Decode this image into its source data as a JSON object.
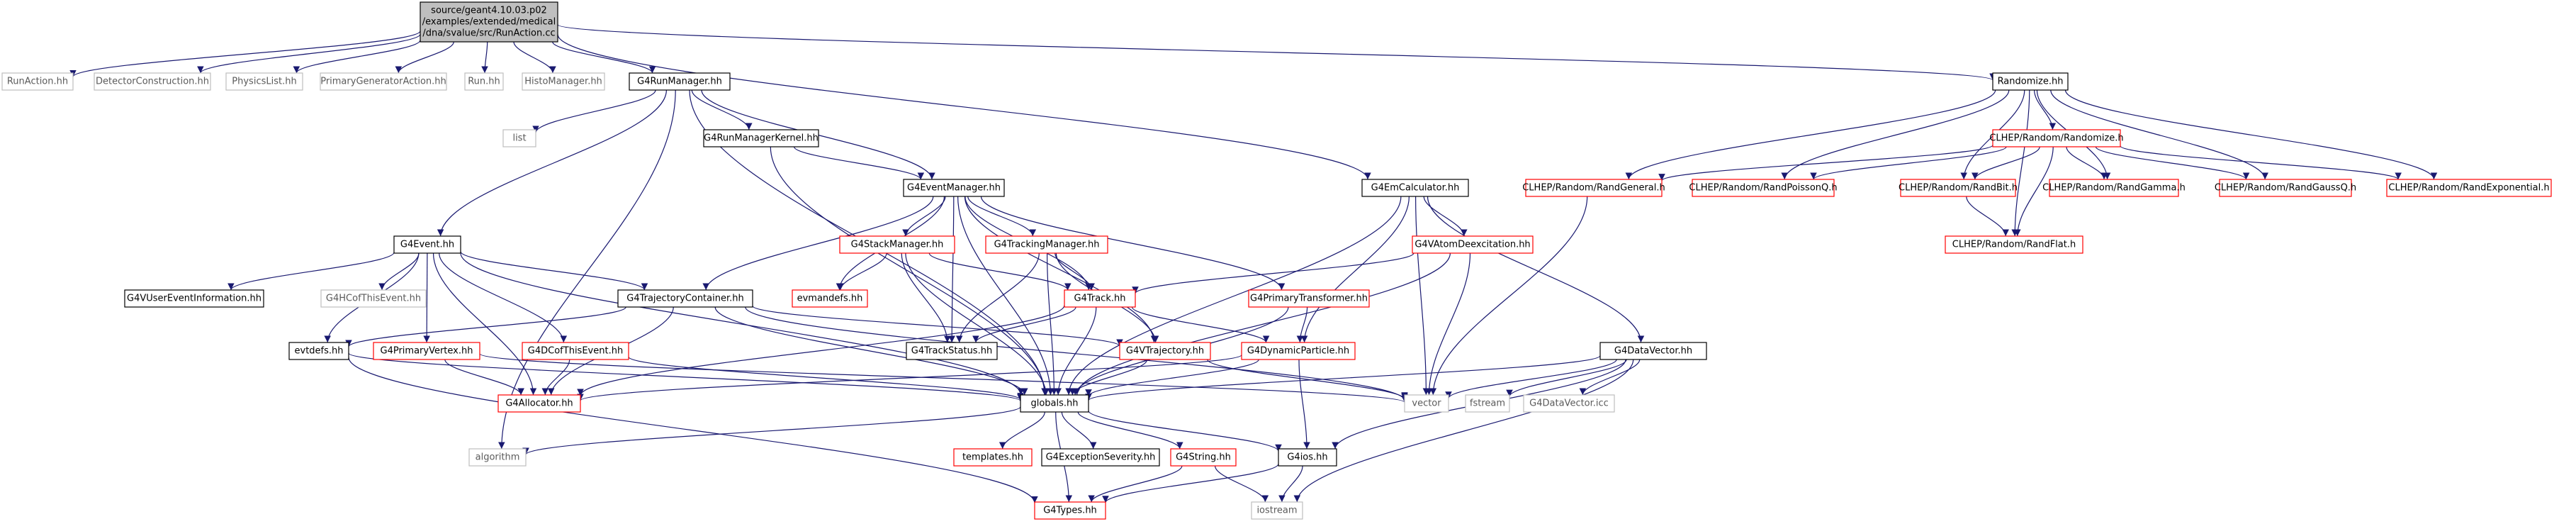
{
  "colors": {
    "root_fill": "#bfbfbf",
    "normal_border": "#000000",
    "normal_text": "#000000",
    "missing_border": "#bfbfbf",
    "missing_text": "#5a5a5a",
    "partial_border": "#ff0000",
    "edge_include": "#191970",
    "edge_background": "#000000",
    "canvas": "#ffffff"
  },
  "nodes": [
    {
      "id": "root",
      "kind": "root",
      "lines": [
        "source/geant4.10.03.p02",
        "/examples/extended/medical",
        "/dna/svalue/src/RunAction.cc"
      ]
    },
    {
      "id": "runaction",
      "kind": "missing",
      "lines": [
        "RunAction.hh"
      ]
    },
    {
      "id": "detector",
      "kind": "missing",
      "lines": [
        "DetectorConstruction.hh"
      ]
    },
    {
      "id": "physics",
      "kind": "missing",
      "lines": [
        "PhysicsList.hh"
      ]
    },
    {
      "id": "primgen",
      "kind": "missing",
      "lines": [
        "PrimaryGeneratorAction.hh"
      ]
    },
    {
      "id": "run",
      "kind": "missing",
      "lines": [
        "Run.hh"
      ]
    },
    {
      "id": "histo",
      "kind": "missing",
      "lines": [
        "HistoManager.hh"
      ]
    },
    {
      "id": "runmgr",
      "kind": "normal",
      "lines": [
        "G4RunManager.hh"
      ]
    },
    {
      "id": "randomize",
      "kind": "normal",
      "lines": [
        "Randomize.hh"
      ]
    },
    {
      "id": "list",
      "kind": "missing",
      "lines": [
        "list"
      ]
    },
    {
      "id": "rmkernel",
      "kind": "normal",
      "lines": [
        "G4RunManagerKernel.hh"
      ]
    },
    {
      "id": "emcalc",
      "kind": "normal",
      "lines": [
        "G4EmCalculator.hh"
      ]
    },
    {
      "id": "clhep_rand",
      "kind": "partial",
      "lines": [
        "CLHEP/Random/Randomize.h"
      ]
    },
    {
      "id": "evtmgr",
      "kind": "normal",
      "lines": [
        "G4EventManager.hh"
      ]
    },
    {
      "id": "randgeneral",
      "kind": "partial",
      "lines": [
        "CLHEP/Random/RandGeneral.h"
      ]
    },
    {
      "id": "randpoisson",
      "kind": "partial",
      "lines": [
        "CLHEP/Random/RandPoissonQ.h"
      ]
    },
    {
      "id": "randbit",
      "kind": "partial",
      "lines": [
        "CLHEP/Random/RandBit.h"
      ]
    },
    {
      "id": "randgamma",
      "kind": "partial",
      "lines": [
        "CLHEP/Random/RandGamma.h"
      ]
    },
    {
      "id": "randgaussq",
      "kind": "partial",
      "lines": [
        "CLHEP/Random/RandGaussQ.h"
      ]
    },
    {
      "id": "randexp",
      "kind": "partial",
      "lines": [
        "CLHEP/Random/RandExponential.h"
      ]
    },
    {
      "id": "g4event",
      "kind": "normal",
      "lines": [
        "G4Event.hh"
      ]
    },
    {
      "id": "stackmgr",
      "kind": "partial",
      "lines": [
        "G4StackManager.hh"
      ]
    },
    {
      "id": "trackmgr",
      "kind": "partial",
      "lines": [
        "G4TrackingManager.hh"
      ]
    },
    {
      "id": "atomdeex",
      "kind": "partial",
      "lines": [
        "G4VAtomDeexcitation.hh"
      ]
    },
    {
      "id": "randflat",
      "kind": "partial",
      "lines": [
        "CLHEP/Random/RandFlat.h"
      ]
    },
    {
      "id": "g4vuser",
      "kind": "normal",
      "lines": [
        "G4VUserEventInformation.hh"
      ]
    },
    {
      "id": "hcofthis",
      "kind": "missing",
      "lines": [
        "G4HCofThisEvent.hh"
      ]
    },
    {
      "id": "trajcont",
      "kind": "normal",
      "lines": [
        "G4TrajectoryContainer.hh"
      ]
    },
    {
      "id": "evmandefs",
      "kind": "partial",
      "lines": [
        "evmandefs.hh"
      ]
    },
    {
      "id": "g4track",
      "kind": "partial",
      "lines": [
        "G4Track.hh"
      ]
    },
    {
      "id": "primtrans",
      "kind": "partial",
      "lines": [
        "G4PrimaryTransformer.hh"
      ]
    },
    {
      "id": "evtdefs",
      "kind": "normal",
      "lines": [
        "evtdefs.hh"
      ]
    },
    {
      "id": "primvertex",
      "kind": "partial",
      "lines": [
        "G4PrimaryVertex.hh"
      ]
    },
    {
      "id": "dcofthis",
      "kind": "partial",
      "lines": [
        "G4DCofThisEvent.hh"
      ]
    },
    {
      "id": "trackstatus",
      "kind": "normal",
      "lines": [
        "G4TrackStatus.hh"
      ]
    },
    {
      "id": "vtraj",
      "kind": "partial",
      "lines": [
        "G4VTrajectory.hh"
      ]
    },
    {
      "id": "dynpart",
      "kind": "partial",
      "lines": [
        "G4DynamicParticle.hh"
      ]
    },
    {
      "id": "datavector",
      "kind": "normal",
      "lines": [
        "G4DataVector.hh"
      ]
    },
    {
      "id": "allocator",
      "kind": "partial",
      "lines": [
        "G4Allocator.hh"
      ]
    },
    {
      "id": "globals",
      "kind": "normal",
      "lines": [
        "globals.hh"
      ]
    },
    {
      "id": "vector",
      "kind": "missing",
      "lines": [
        "vector"
      ]
    },
    {
      "id": "fstream",
      "kind": "missing",
      "lines": [
        "fstream"
      ]
    },
    {
      "id": "dvicc",
      "kind": "missing",
      "lines": [
        "G4DataVector.icc"
      ]
    },
    {
      "id": "algorithm",
      "kind": "missing",
      "lines": [
        "algorithm"
      ]
    },
    {
      "id": "templates",
      "kind": "partial",
      "lines": [
        "templates.hh"
      ]
    },
    {
      "id": "exception",
      "kind": "normal",
      "lines": [
        "G4ExceptionSeverity.hh"
      ]
    },
    {
      "id": "g4string",
      "kind": "partial",
      "lines": [
        "G4String.hh"
      ]
    },
    {
      "id": "g4ios",
      "kind": "normal",
      "lines": [
        "G4ios.hh"
      ]
    },
    {
      "id": "g4types",
      "kind": "partial",
      "lines": [
        "G4Types.hh"
      ]
    },
    {
      "id": "iostream",
      "kind": "missing",
      "lines": [
        "iostream"
      ]
    }
  ],
  "edges": [
    [
      "root",
      "runaction"
    ],
    [
      "root",
      "detector"
    ],
    [
      "root",
      "physics"
    ],
    [
      "root",
      "primgen"
    ],
    [
      "root",
      "run"
    ],
    [
      "root",
      "histo"
    ],
    [
      "root",
      "runmgr"
    ],
    [
      "root",
      "randomize"
    ],
    [
      "root",
      "emcalc"
    ],
    [
      "runmgr",
      "list"
    ],
    [
      "runmgr",
      "rmkernel"
    ],
    [
      "runmgr",
      "evtmgr"
    ],
    [
      "runmgr",
      "g4event"
    ],
    [
      "runmgr",
      "globals"
    ],
    [
      "runmgr",
      "algorithm"
    ],
    [
      "rmkernel",
      "evtmgr"
    ],
    [
      "rmkernel",
      "globals"
    ],
    [
      "evtmgr",
      "stackmgr"
    ],
    [
      "evtmgr",
      "trackmgr"
    ],
    [
      "evtmgr",
      "trajcont"
    ],
    [
      "evtmgr",
      "evmandefs"
    ],
    [
      "evtmgr",
      "trackstatus"
    ],
    [
      "evtmgr",
      "g4track"
    ],
    [
      "evtmgr",
      "primtrans"
    ],
    [
      "evtmgr",
      "vtraj"
    ],
    [
      "evtmgr",
      "globals"
    ],
    [
      "g4event",
      "g4vuser"
    ],
    [
      "g4event",
      "hcofthis"
    ],
    [
      "g4event",
      "trajcont"
    ],
    [
      "g4event",
      "evtdefs"
    ],
    [
      "g4event",
      "primvertex"
    ],
    [
      "g4event",
      "dcofthis"
    ],
    [
      "g4event",
      "allocator"
    ],
    [
      "g4event",
      "globals"
    ],
    [
      "trajcont",
      "evtdefs"
    ],
    [
      "trajcont",
      "vtraj"
    ],
    [
      "trajcont",
      "allocator"
    ],
    [
      "trajcont",
      "globals"
    ],
    [
      "trajcont",
      "vector"
    ],
    [
      "stackmgr",
      "evmandefs"
    ],
    [
      "stackmgr",
      "trackstatus"
    ],
    [
      "stackmgr",
      "g4track"
    ],
    [
      "stackmgr",
      "globals"
    ],
    [
      "trackmgr",
      "g4track"
    ],
    [
      "trackmgr",
      "trackstatus"
    ],
    [
      "trackmgr",
      "vtraj"
    ],
    [
      "trackmgr",
      "globals"
    ],
    [
      "g4track",
      "trackstatus"
    ],
    [
      "g4track",
      "dynpart"
    ],
    [
      "g4track",
      "allocator"
    ],
    [
      "g4track",
      "globals"
    ],
    [
      "primtrans",
      "dynpart"
    ],
    [
      "primtrans",
      "globals"
    ],
    [
      "evtdefs",
      "globals"
    ],
    [
      "evtdefs",
      "g4types"
    ],
    [
      "primvertex",
      "allocator"
    ],
    [
      "primvertex",
      "vector"
    ],
    [
      "dcofthis",
      "allocator"
    ],
    [
      "dcofthis",
      "globals"
    ],
    [
      "vtraj",
      "globals"
    ],
    [
      "vtraj",
      "vector"
    ],
    [
      "dynpart",
      "allocator"
    ],
    [
      "dynpart",
      "globals"
    ],
    [
      "dynpart",
      "g4ios"
    ],
    [
      "emcalc",
      "globals"
    ],
    [
      "emcalc",
      "atomdeex"
    ],
    [
      "emcalc",
      "dynpart"
    ],
    [
      "emcalc",
      "datavector"
    ],
    [
      "emcalc",
      "vector"
    ],
    [
      "atomdeex",
      "g4track"
    ],
    [
      "atomdeex",
      "globals"
    ],
    [
      "atomdeex",
      "vector"
    ],
    [
      "datavector",
      "globals"
    ],
    [
      "datavector",
      "vector"
    ],
    [
      "datavector",
      "fstream"
    ],
    [
      "datavector",
      "dvicc"
    ],
    [
      "datavector",
      "g4ios"
    ],
    [
      "datavector",
      "iostream"
    ],
    [
      "randomize",
      "clhep_rand"
    ],
    [
      "randomize",
      "randgeneral"
    ],
    [
      "randomize",
      "randpoisson"
    ],
    [
      "randomize",
      "randbit"
    ],
    [
      "randomize",
      "randgamma"
    ],
    [
      "randomize",
      "randgaussq"
    ],
    [
      "randomize",
      "randexp"
    ],
    [
      "randomize",
      "randflat"
    ],
    [
      "clhep_rand",
      "randgeneral"
    ],
    [
      "clhep_rand",
      "randpoisson"
    ],
    [
      "clhep_rand",
      "randbit"
    ],
    [
      "clhep_rand",
      "randgamma"
    ],
    [
      "clhep_rand",
      "randgaussq"
    ],
    [
      "clhep_rand",
      "randexp"
    ],
    [
      "clhep_rand",
      "randflat"
    ],
    [
      "randbit",
      "randflat"
    ],
    [
      "randgeneral",
      "vector"
    ],
    [
      "globals",
      "algorithm"
    ],
    [
      "globals",
      "templates"
    ],
    [
      "globals",
      "exception"
    ],
    [
      "globals",
      "g4string"
    ],
    [
      "globals",
      "g4ios"
    ],
    [
      "globals",
      "g4types"
    ],
    [
      "g4string",
      "g4types"
    ],
    [
      "g4string",
      "iostream"
    ],
    [
      "g4ios",
      "g4types"
    ],
    [
      "g4ios",
      "iostream"
    ]
  ]
}
